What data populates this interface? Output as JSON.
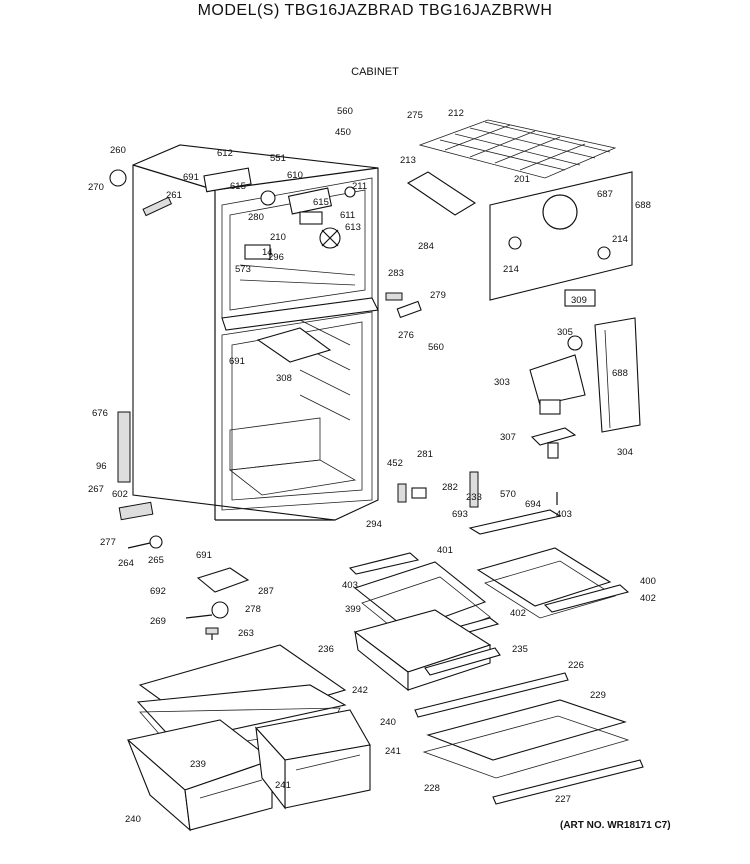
{
  "header": {
    "title": "MODEL(S) TBG16JAZBRAD  TBG16JAZBRWH",
    "subtitle": "CABINET"
  },
  "footer": {
    "art_no": "(ART NO. WR18171 C7)"
  },
  "parts": [
    {
      "label": "260"
    },
    {
      "label": "270"
    },
    {
      "label": "261"
    },
    {
      "label": "612"
    },
    {
      "label": "551"
    },
    {
      "label": "691"
    },
    {
      "label": "615"
    },
    {
      "label": "610"
    },
    {
      "label": "280"
    },
    {
      "label": "615"
    },
    {
      "label": "211"
    },
    {
      "label": "611"
    },
    {
      "label": "613"
    },
    {
      "label": "210"
    },
    {
      "label": "14"
    },
    {
      "label": "573"
    },
    {
      "label": "296"
    },
    {
      "label": "560"
    },
    {
      "label": "275"
    },
    {
      "label": "450"
    },
    {
      "label": "212"
    },
    {
      "label": "213"
    },
    {
      "label": "201"
    },
    {
      "label": "687"
    },
    {
      "label": "688"
    },
    {
      "label": "214"
    },
    {
      "label": "214"
    },
    {
      "label": "284"
    },
    {
      "label": "283"
    },
    {
      "label": "279"
    },
    {
      "label": "276"
    },
    {
      "label": "560"
    },
    {
      "label": "309"
    },
    {
      "label": "305"
    },
    {
      "label": "303"
    },
    {
      "label": "688"
    },
    {
      "label": "307"
    },
    {
      "label": "304"
    },
    {
      "label": "691"
    },
    {
      "label": "308"
    },
    {
      "label": "676"
    },
    {
      "label": "96"
    },
    {
      "label": "267"
    },
    {
      "label": "602"
    },
    {
      "label": "277"
    },
    {
      "label": "264"
    },
    {
      "label": "265"
    },
    {
      "label": "691"
    },
    {
      "label": "294"
    },
    {
      "label": "452"
    },
    {
      "label": "281"
    },
    {
      "label": "282"
    },
    {
      "label": "233"
    },
    {
      "label": "570"
    },
    {
      "label": "693"
    },
    {
      "label": "694"
    },
    {
      "label": "403"
    },
    {
      "label": "401"
    },
    {
      "label": "403"
    },
    {
      "label": "400"
    },
    {
      "label": "402"
    },
    {
      "label": "399"
    },
    {
      "label": "402"
    },
    {
      "label": "692"
    },
    {
      "label": "287"
    },
    {
      "label": "269"
    },
    {
      "label": "278"
    },
    {
      "label": "263"
    },
    {
      "label": "236"
    },
    {
      "label": "235"
    },
    {
      "label": "226"
    },
    {
      "label": "242"
    },
    {
      "label": "229"
    },
    {
      "label": "240"
    },
    {
      "label": "239"
    },
    {
      "label": "241"
    },
    {
      "label": "241"
    },
    {
      "label": "228"
    },
    {
      "label": "227"
    },
    {
      "label": "240"
    }
  ]
}
